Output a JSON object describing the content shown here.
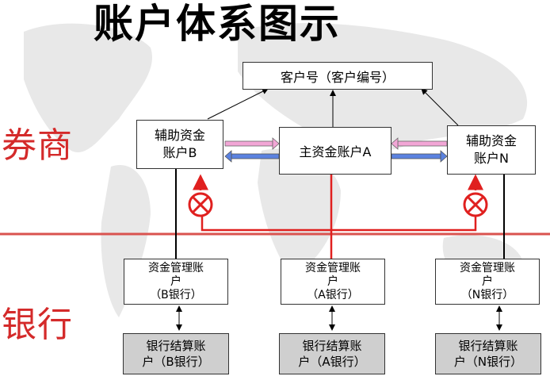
{
  "title": "账户体系图示",
  "labels": {
    "broker": "券商",
    "bank": "银行"
  },
  "customer_box": "客户号（客户编号）",
  "main_account": "主资金账户A",
  "aux_b": {
    "line1": "辅助资金",
    "line2": "账户B"
  },
  "aux_n": {
    "line1": "辅助资金",
    "line2": "账户N"
  },
  "mgmt_accounts": [
    {
      "line1": "资金管理账",
      "line2": "户",
      "line3": "（B银行）"
    },
    {
      "line1": "资金管理账",
      "line2": "户",
      "line3": "（A银行）"
    },
    {
      "line1": "资金管理账",
      "line2": "户",
      "line3": "（N银行）"
    }
  ],
  "settle_accounts": [
    {
      "line1": "银行结算账",
      "line2": "户（B银行）"
    },
    {
      "line1": "银行结算账",
      "line2": "户（A银行）"
    },
    {
      "line1": "银行结算账",
      "line2": "户（N银行）"
    }
  ],
  "colors": {
    "accent_red": "#e0201f",
    "divider": "#d9534f",
    "arrow_pink": "#f2a6d6",
    "arrow_blue": "#5b82e0",
    "map_gray": "#e6e6e6"
  }
}
